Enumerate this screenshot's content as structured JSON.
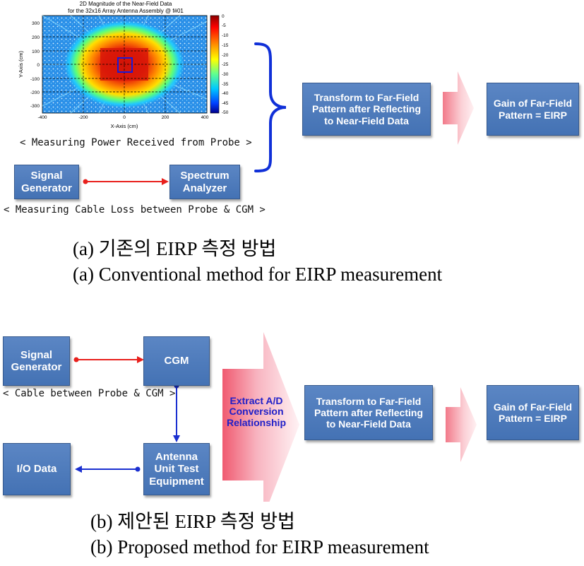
{
  "conventional": {
    "plot": {
      "title_line1": "2D Magnitude of the Near-Field Data",
      "title_line2": "for the 32x16 Array Antenna Assembly @ f#01",
      "xlabel": "X-Axis (cm)",
      "ylabel": "Y-Axis (cm)",
      "x_ticks": [
        "-400",
        "-200",
        "0",
        "200",
        "400"
      ],
      "y_ticks": [
        "300",
        "200",
        "100",
        "0",
        "-100",
        "-200",
        "-300"
      ],
      "colorbar_ticks": [
        "0",
        "-5",
        "-10",
        "-15",
        "-20",
        "-25",
        "-30",
        "-35",
        "-40",
        "-45",
        "-50"
      ]
    },
    "probe_caption": "< Measuring Power Received from Probe >",
    "signal_generator": "Signal\nGenerator",
    "spectrum_analyzer": "Spectrum\nAnalyzer",
    "cable_caption": "< Measuring Cable Loss between Probe & CGM >",
    "transform_box": "Transform to Far-Field\nPattern after Reflecting\nto Near-Field Data",
    "gain_box": "Gain of Far-Field\nPattern = EIRP",
    "caption_korean": "(a)  기존의  EIRP  측정  방법",
    "caption_english": "(a)  Conventional  method  for  EIRP  measurement"
  },
  "proposed": {
    "signal_generator": "Signal\nGenerator",
    "cgm": "CGM",
    "cable_caption": "< Cable between Probe & CGM >",
    "io_data": "I/O Data",
    "antenna_unit": "Antenna\nUnit Test\nEquipment",
    "extract_label": "Extract  A/D\nConversion\nRelationship",
    "transform_box": "Transform to Far-Field\nPattern after Reflecting\nto Near-Field Data",
    "gain_box": "Gain of Far-Field\nPattern = EIRP",
    "caption_korean": "(b)  제안된  EIRP  측정  방법",
    "caption_english": "(b)  Proposed  method  for  EIRP  measurement"
  },
  "colors": {
    "box_blue": "#4a78b8",
    "arrow_red": "#e8201c",
    "arrow_blue": "#1a2fd0",
    "brace_blue": "#1030d8",
    "extract_text": "#2020c8"
  }
}
